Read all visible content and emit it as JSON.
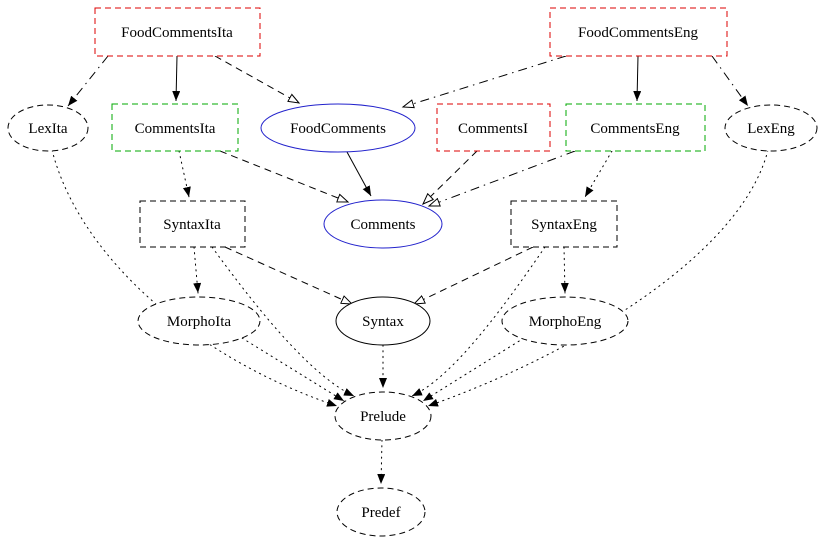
{
  "colors": {
    "red": "#dd0000",
    "green": "#00aa00",
    "blue": "#2222cc",
    "black": "#000000",
    "background": "#ffffff"
  },
  "nodes": {
    "FoodCommentsIta": {
      "label": "FoodCommentsIta",
      "shape": "box",
      "border": "red-dashed"
    },
    "FoodCommentsEng": {
      "label": "FoodCommentsEng",
      "shape": "box",
      "border": "red-dashed"
    },
    "LexIta": {
      "label": "LexIta",
      "shape": "ellipse",
      "border": "black-dashed"
    },
    "CommentsIta": {
      "label": "CommentsIta",
      "shape": "box",
      "border": "green-dashed"
    },
    "FoodComments": {
      "label": "FoodComments",
      "shape": "ellipse",
      "border": "blue-solid"
    },
    "CommentsI": {
      "label": "CommentsI",
      "shape": "box",
      "border": "red-dashed"
    },
    "CommentsEng": {
      "label": "CommentsEng",
      "shape": "box",
      "border": "green-dashed"
    },
    "LexEng": {
      "label": "LexEng",
      "shape": "ellipse",
      "border": "black-dashed"
    },
    "SyntaxIta": {
      "label": "SyntaxIta",
      "shape": "box",
      "border": "black-dashed"
    },
    "Comments": {
      "label": "Comments",
      "shape": "ellipse",
      "border": "blue-solid"
    },
    "SyntaxEng": {
      "label": "SyntaxEng",
      "shape": "box",
      "border": "black-dashed"
    },
    "MorphoIta": {
      "label": "MorphoIta",
      "shape": "ellipse",
      "border": "black-dashed"
    },
    "Syntax": {
      "label": "Syntax",
      "shape": "ellipse",
      "border": "black-solid"
    },
    "MorphoEng": {
      "label": "MorphoEng",
      "shape": "ellipse",
      "border": "black-dashed"
    },
    "Prelude": {
      "label": "Prelude",
      "shape": "ellipse",
      "border": "black-dashed"
    },
    "Predef": {
      "label": "Predef",
      "shape": "ellipse",
      "border": "black-dashed"
    }
  },
  "edges": [
    {
      "from": "FoodCommentsIta",
      "to": "CommentsIta",
      "line": "solid",
      "arrow": "filled"
    },
    {
      "from": "FoodCommentsEng",
      "to": "CommentsEng",
      "line": "solid",
      "arrow": "filled"
    },
    {
      "from": "FoodComments",
      "to": "Comments",
      "line": "solid",
      "arrow": "filled"
    },
    {
      "from": "FoodCommentsIta",
      "to": "FoodComments",
      "line": "dashed",
      "arrow": "hollow"
    },
    {
      "from": "CommentsIta",
      "to": "Comments",
      "line": "dashed",
      "arrow": "hollow"
    },
    {
      "from": "CommentsI",
      "to": "Comments",
      "line": "dashed",
      "arrow": "hollow"
    },
    {
      "from": "SyntaxIta",
      "to": "Syntax",
      "line": "dashed",
      "arrow": "hollow"
    },
    {
      "from": "SyntaxEng",
      "to": "Syntax",
      "line": "dashed",
      "arrow": "hollow"
    },
    {
      "from": "FoodCommentsEng",
      "to": "FoodComments",
      "line": "dashdot",
      "arrow": "hollow"
    },
    {
      "from": "CommentsEng",
      "to": "Comments",
      "line": "dashdot",
      "arrow": "hollow"
    },
    {
      "from": "FoodCommentsIta",
      "to": "LexIta",
      "line": "dashdot",
      "arrow": "filled"
    },
    {
      "from": "FoodCommentsEng",
      "to": "LexEng",
      "line": "dashdot",
      "arrow": "filled"
    },
    {
      "from": "CommentsIta",
      "to": "SyntaxIta",
      "line": "dotted",
      "arrow": "filled"
    },
    {
      "from": "CommentsEng",
      "to": "SyntaxEng",
      "line": "dotted",
      "arrow": "filled"
    },
    {
      "from": "SyntaxIta",
      "to": "MorphoIta",
      "line": "dotted",
      "arrow": "filled"
    },
    {
      "from": "SyntaxEng",
      "to": "MorphoEng",
      "line": "dotted",
      "arrow": "filled"
    },
    {
      "from": "LexIta",
      "to": "Prelude",
      "line": "dotted",
      "arrow": "filled"
    },
    {
      "from": "LexEng",
      "to": "Prelude",
      "line": "dotted",
      "arrow": "filled"
    },
    {
      "from": "MorphoIta",
      "to": "Prelude",
      "line": "dotted",
      "arrow": "filled"
    },
    {
      "from": "MorphoEng",
      "to": "Prelude",
      "line": "dotted",
      "arrow": "filled"
    },
    {
      "from": "Syntax",
      "to": "Prelude",
      "line": "dotted",
      "arrow": "filled"
    },
    {
      "from": "SyntaxIta",
      "to": "Prelude",
      "line": "dotted",
      "arrow": "filled"
    },
    {
      "from": "SyntaxEng",
      "to": "Prelude",
      "line": "dotted",
      "arrow": "filled"
    },
    {
      "from": "Prelude",
      "to": "Predef",
      "line": "dotted",
      "arrow": "filled"
    }
  ]
}
